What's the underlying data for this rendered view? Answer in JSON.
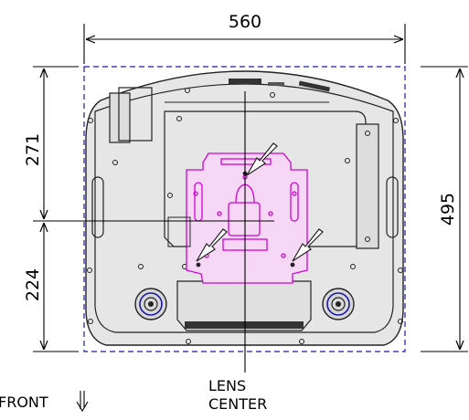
{
  "dimensions": {
    "width": "560",
    "depth": "495",
    "front_to_center": "271",
    "center_to_rear": "224"
  },
  "labels": {
    "lens_center_line1": "LENS",
    "lens_center_line2": "CENTER",
    "front": "FRONT"
  },
  "colors": {
    "outline": "#222222",
    "body_fill": "#e6e6e6",
    "mount_plate": "#d400d4",
    "boundary": "#1a1aa6",
    "dimension": "#000000"
  }
}
